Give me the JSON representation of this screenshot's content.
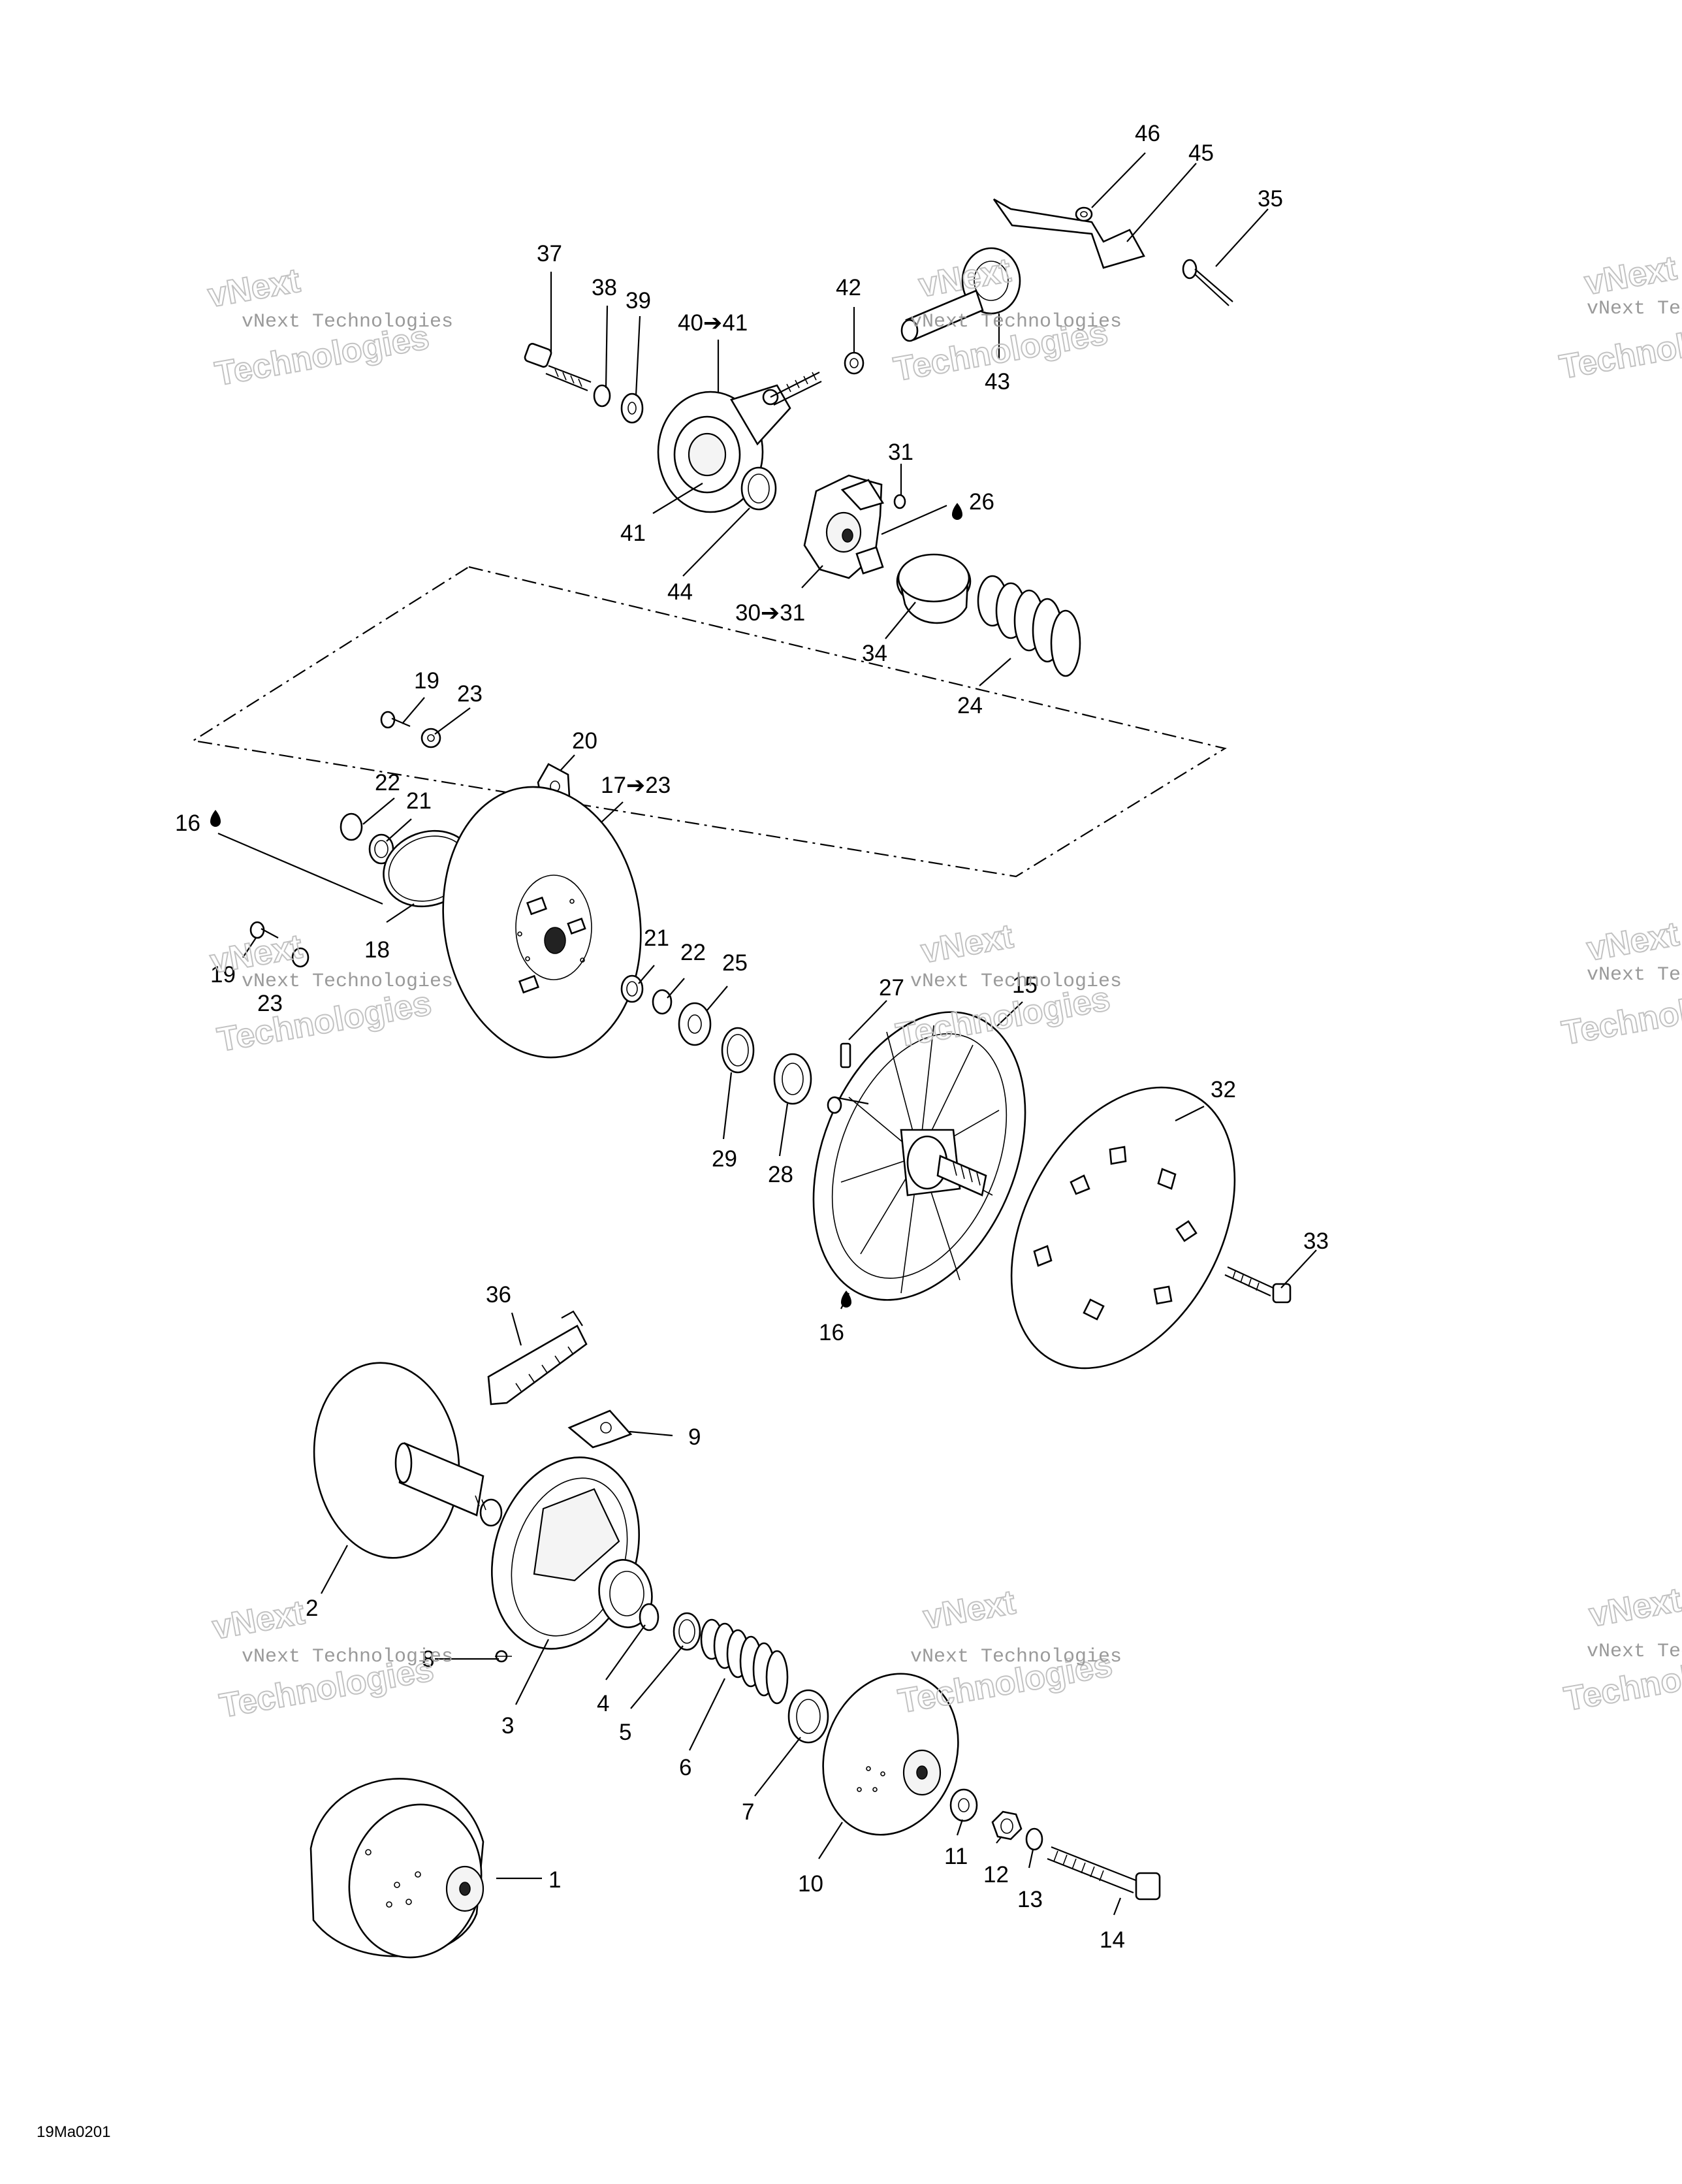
{
  "diagram": {
    "reference_code": "19Ma0201",
    "watermark": {
      "line1": "vNext Technologies",
      "line2": "Technologies"
    },
    "callouts": [
      {
        "id": "46",
        "label": "46"
      },
      {
        "id": "45",
        "label": "45"
      },
      {
        "id": "35",
        "label": "35"
      },
      {
        "id": "37",
        "label": "37"
      },
      {
        "id": "38",
        "label": "38"
      },
      {
        "id": "39",
        "label": "39"
      },
      {
        "id": "40-41",
        "label": "40➔41"
      },
      {
        "id": "42",
        "label": "42"
      },
      {
        "id": "43",
        "label": "43"
      },
      {
        "id": "31",
        "label": "31"
      },
      {
        "id": "26",
        "label": "26"
      },
      {
        "id": "41",
        "label": "41"
      },
      {
        "id": "44",
        "label": "44"
      },
      {
        "id": "30-31",
        "label": "30➔31"
      },
      {
        "id": "34",
        "label": "34"
      },
      {
        "id": "24",
        "label": "24"
      },
      {
        "id": "19a",
        "label": "19"
      },
      {
        "id": "23a",
        "label": "23"
      },
      {
        "id": "20",
        "label": "20"
      },
      {
        "id": "22a",
        "label": "22"
      },
      {
        "id": "21a",
        "label": "21"
      },
      {
        "id": "17-23",
        "label": "17➔23"
      },
      {
        "id": "16a",
        "label": "16"
      },
      {
        "id": "18",
        "label": "18"
      },
      {
        "id": "19b",
        "label": "19"
      },
      {
        "id": "23b",
        "label": "23"
      },
      {
        "id": "21b",
        "label": "21"
      },
      {
        "id": "22b",
        "label": "22"
      },
      {
        "id": "25",
        "label": "25"
      },
      {
        "id": "27",
        "label": "27"
      },
      {
        "id": "15",
        "label": "15"
      },
      {
        "id": "29",
        "label": "29"
      },
      {
        "id": "28",
        "label": "28"
      },
      {
        "id": "32",
        "label": "32"
      },
      {
        "id": "33",
        "label": "33"
      },
      {
        "id": "16b",
        "label": "16"
      },
      {
        "id": "36",
        "label": "36"
      },
      {
        "id": "9",
        "label": "9"
      },
      {
        "id": "2",
        "label": "2"
      },
      {
        "id": "8",
        "label": "8"
      },
      {
        "id": "3",
        "label": "3"
      },
      {
        "id": "4",
        "label": "4"
      },
      {
        "id": "5",
        "label": "5"
      },
      {
        "id": "6",
        "label": "6"
      },
      {
        "id": "7",
        "label": "7"
      },
      {
        "id": "10",
        "label": "10"
      },
      {
        "id": "11",
        "label": "11"
      },
      {
        "id": "12",
        "label": "12"
      },
      {
        "id": "13",
        "label": "13"
      },
      {
        "id": "14",
        "label": "14"
      },
      {
        "id": "1",
        "label": "1"
      }
    ]
  }
}
